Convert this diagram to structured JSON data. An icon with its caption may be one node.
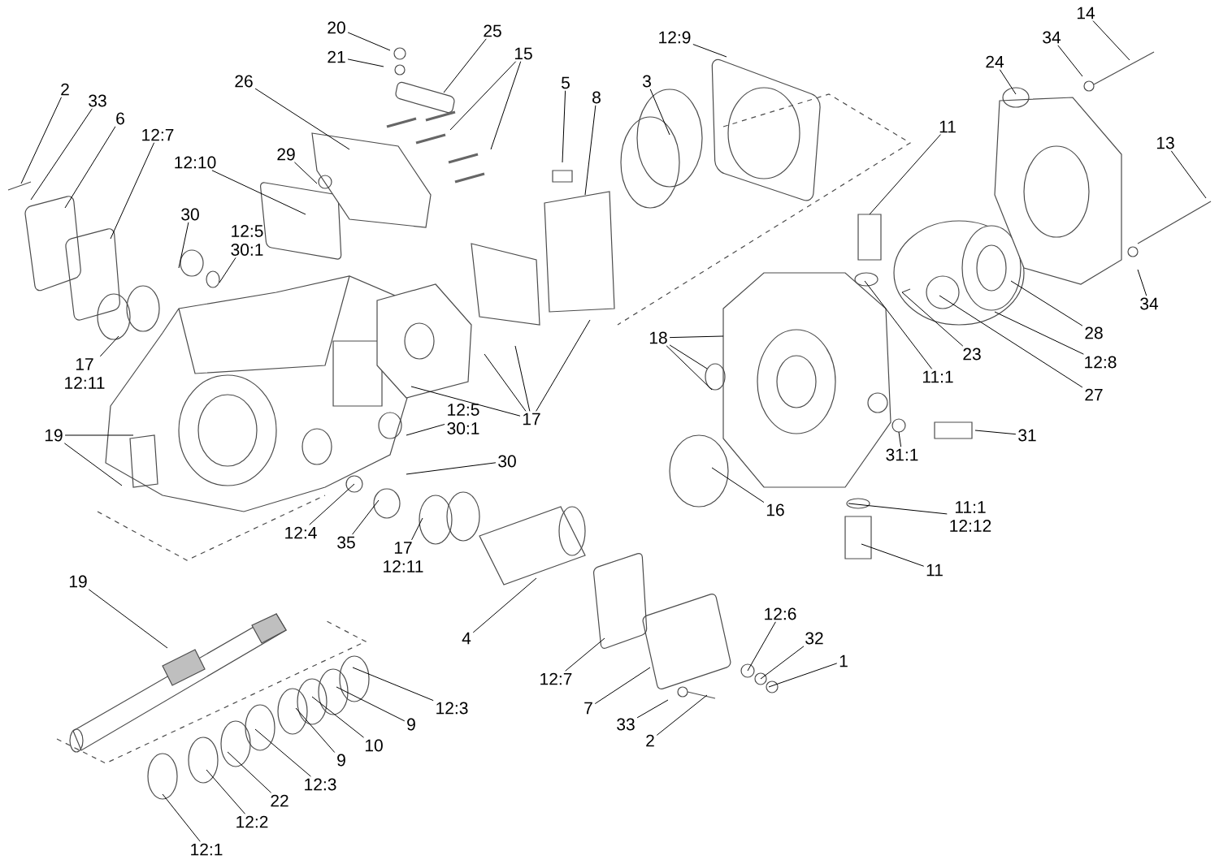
{
  "diagram": {
    "nodes": [
      {
        "text": [
          "20"
        ]
      },
      {
        "text": [
          "21"
        ]
      },
      {
        "text": [
          "25"
        ]
      },
      {
        "text": [
          "15"
        ]
      },
      {
        "text": [
          "12:9"
        ]
      },
      {
        "text": [
          "14"
        ]
      },
      {
        "text": [
          "2"
        ]
      },
      {
        "text": [
          "33"
        ]
      },
      {
        "text": [
          "6"
        ]
      },
      {
        "text": [
          "26"
        ]
      },
      {
        "text": [
          "5"
        ]
      },
      {
        "text": [
          "8"
        ]
      },
      {
        "text": [
          "3"
        ]
      },
      {
        "text": [
          "24"
        ]
      },
      {
        "text": [
          "34"
        ]
      },
      {
        "text": [
          "12:7"
        ]
      },
      {
        "text": [
          "11"
        ]
      },
      {
        "text": [
          "13"
        ]
      },
      {
        "text": [
          "29"
        ]
      },
      {
        "text": [
          "12:10"
        ]
      },
      {
        "text": [
          "30"
        ]
      },
      {
        "text": [
          "12:5",
          "30:1"
        ]
      },
      {
        "text": [
          "28"
        ]
      },
      {
        "text": [
          "12:8"
        ]
      },
      {
        "text": [
          "18"
        ]
      },
      {
        "text": [
          "17",
          "12:11"
        ]
      },
      {
        "text": [
          "23"
        ]
      },
      {
        "text": [
          "11:1"
        ]
      },
      {
        "text": [
          "27"
        ]
      },
      {
        "text": [
          "17"
        ]
      },
      {
        "text": [
          "19"
        ]
      },
      {
        "text": [
          "31"
        ]
      },
      {
        "text": [
          "31:1"
        ]
      },
      {
        "text": [
          "12:5",
          "30:1"
        ]
      },
      {
        "text": [
          "11:1",
          "12:12"
        ]
      },
      {
        "text": [
          "16"
        ]
      },
      {
        "text": [
          "30"
        ]
      },
      {
        "text": [
          "12:4"
        ]
      },
      {
        "text": [
          "35"
        ]
      },
      {
        "text": [
          "17",
          "12:11"
        ]
      },
      {
        "text": [
          "11"
        ]
      },
      {
        "text": [
          "19"
        ]
      },
      {
        "text": [
          "12:6"
        ]
      },
      {
        "text": [
          "32"
        ]
      },
      {
        "text": [
          "4"
        ]
      },
      {
        "text": [
          "12:7"
        ]
      },
      {
        "text": [
          "1"
        ]
      },
      {
        "text": [
          "12:3"
        ]
      },
      {
        "text": [
          "9"
        ]
      },
      {
        "text": [
          "7"
        ]
      },
      {
        "text": [
          "10"
        ]
      },
      {
        "text": [
          "33"
        ]
      },
      {
        "text": [
          "9"
        ]
      },
      {
        "text": [
          "2"
        ]
      },
      {
        "text": [
          "12:3"
        ]
      },
      {
        "text": [
          "22"
        ]
      },
      {
        "text": [
          "12:2"
        ]
      },
      {
        "text": [
          "12:1"
        ]
      },
      {
        "text": [
          "34"
        ]
      }
    ],
    "edges": [
      {
        "from": 0,
        "to": null,
        "arrow": "none"
      },
      {
        "from": 1,
        "to": null,
        "arrow": "none"
      },
      {
        "from": 2,
        "to": null,
        "arrow": "none"
      },
      {
        "from": 3,
        "to": null,
        "arrow": "none"
      },
      {
        "from": 3,
        "to": null,
        "arrow": "none"
      },
      {
        "from": 4,
        "to": null,
        "arrow": "none"
      },
      {
        "from": 5,
        "to": null,
        "arrow": "none"
      },
      {
        "from": 6,
        "to": null,
        "arrow": "none"
      },
      {
        "from": 7,
        "to": null,
        "arrow": "none"
      },
      {
        "from": 8,
        "to": null,
        "arrow": "none"
      },
      {
        "from": 9,
        "to": null,
        "arrow": "none"
      },
      {
        "from": 10,
        "to": null,
        "arrow": "none"
      },
      {
        "from": 11,
        "to": null,
        "arrow": "none"
      },
      {
        "from": 12,
        "to": null,
        "arrow": "none"
      },
      {
        "from": 13,
        "to": null,
        "arrow": "none"
      },
      {
        "from": 14,
        "to": null,
        "arrow": "none"
      },
      {
        "from": 15,
        "to": null,
        "arrow": "none"
      },
      {
        "from": 16,
        "to": null,
        "arrow": "none"
      },
      {
        "from": 17,
        "to": null,
        "arrow": "none"
      },
      {
        "from": 18,
        "to": null,
        "arrow": "none"
      },
      {
        "from": 19,
        "to": null,
        "arrow": "none"
      },
      {
        "from": 20,
        "to": null,
        "arrow": "none"
      },
      {
        "from": 21,
        "to": null,
        "arrow": "none"
      },
      {
        "from": 22,
        "to": null,
        "arrow": "none"
      },
      {
        "from": 23,
        "to": null,
        "arrow": "none"
      },
      {
        "from": 24,
        "to": null,
        "arrow": "none"
      },
      {
        "from": 24,
        "to": null,
        "arrow": "none"
      },
      {
        "from": 24,
        "to": null,
        "arrow": "none"
      },
      {
        "from": 25,
        "to": null,
        "arrow": "none"
      },
      {
        "from": 26,
        "to": null,
        "arrow": "none"
      },
      {
        "from": 27,
        "to": null,
        "arrow": "none"
      },
      {
        "from": 28,
        "to": null,
        "arrow": "none"
      },
      {
        "from": 29,
        "to": null,
        "arrow": "none"
      },
      {
        "from": 29,
        "to": null,
        "arrow": "none"
      },
      {
        "from": 29,
        "to": null,
        "arrow": "none"
      },
      {
        "from": 29,
        "to": null,
        "arrow": "none"
      },
      {
        "from": 30,
        "to": null,
        "arrow": "none"
      },
      {
        "from": 30,
        "to": null,
        "arrow": "none"
      },
      {
        "from": 31,
        "to": null,
        "arrow": "none"
      },
      {
        "from": 32,
        "to": null,
        "arrow": "none"
      },
      {
        "from": 33,
        "to": null,
        "arrow": "none"
      },
      {
        "from": 34,
        "to": null,
        "arrow": "none"
      },
      {
        "from": 35,
        "to": null,
        "arrow": "none"
      },
      {
        "from": 36,
        "to": null,
        "arrow": "none"
      },
      {
        "from": 37,
        "to": null,
        "arrow": "none"
      },
      {
        "from": 38,
        "to": null,
        "arrow": "none"
      },
      {
        "from": 39,
        "to": null,
        "arrow": "none"
      },
      {
        "from": 40,
        "to": null,
        "arrow": "none"
      },
      {
        "from": 41,
        "to": null,
        "arrow": "none"
      },
      {
        "from": 42,
        "to": null,
        "arrow": "none"
      },
      {
        "from": 43,
        "to": null,
        "arrow": "none"
      },
      {
        "from": 44,
        "to": null,
        "arrow": "none"
      },
      {
        "from": 45,
        "to": null,
        "arrow": "none"
      },
      {
        "from": 46,
        "to": null,
        "arrow": "none"
      },
      {
        "from": 47,
        "to": null,
        "arrow": "none"
      },
      {
        "from": 48,
        "to": null,
        "arrow": "none"
      },
      {
        "from": 49,
        "to": null,
        "arrow": "none"
      },
      {
        "from": 50,
        "to": null,
        "arrow": "none"
      },
      {
        "from": 51,
        "to": null,
        "arrow": "none"
      },
      {
        "from": 52,
        "to": null,
        "arrow": "none"
      },
      {
        "from": 53,
        "to": null,
        "arrow": "none"
      },
      {
        "from": 54,
        "to": null,
        "arrow": "none"
      },
      {
        "from": 55,
        "to": null,
        "arrow": "none"
      },
      {
        "from": 56,
        "to": null,
        "arrow": "none"
      },
      {
        "from": 57,
        "to": null,
        "arrow": "none"
      },
      {
        "from": 58,
        "to": null,
        "arrow": "none"
      }
    ]
  }
}
